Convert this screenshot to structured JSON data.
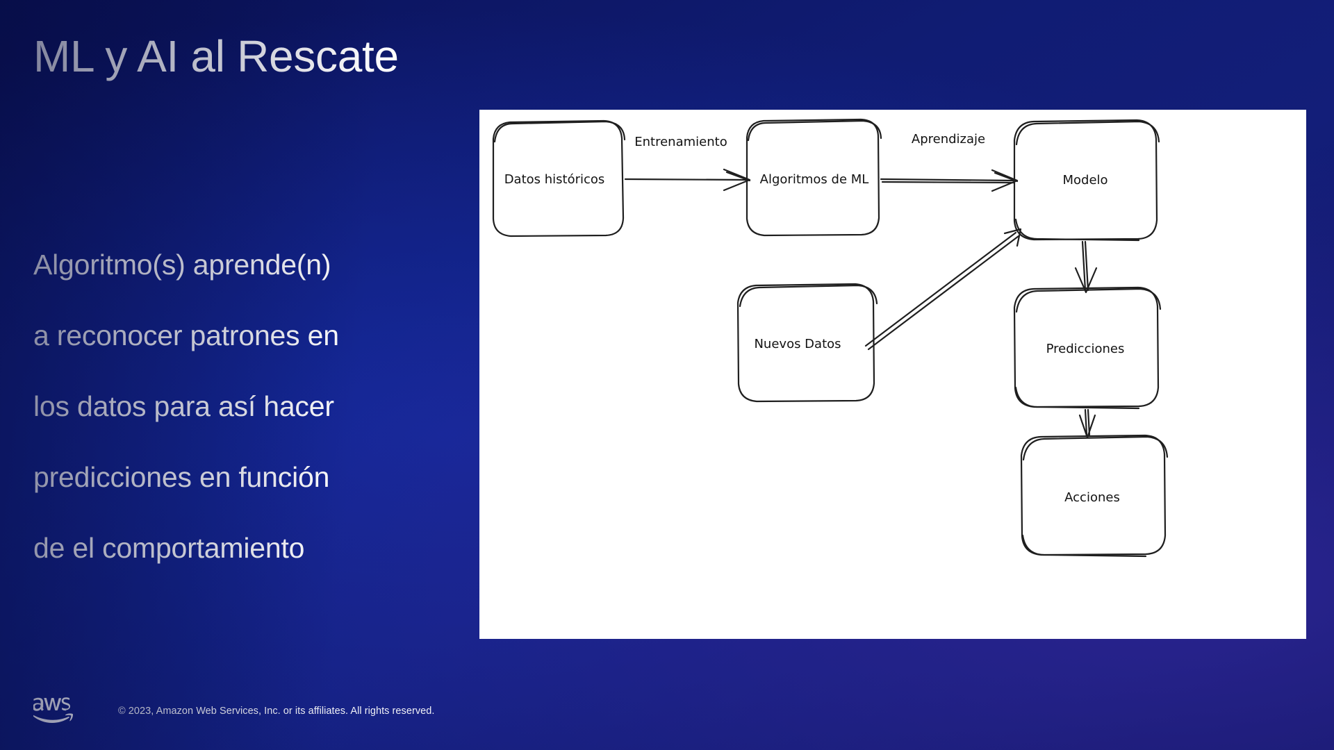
{
  "slide": {
    "title": "ML y AI al Rescate",
    "background_color": "#101c73",
    "text_color": "#ffffff"
  },
  "body": {
    "lines": [
      "Algoritmo(s) aprende(n)",
      "a reconocer patrones en",
      "los datos para así hacer",
      "predicciones en función",
      "de el comportamiento"
    ]
  },
  "diagram": {
    "background_color": "#ffffff",
    "stroke_color": "#1a1a1a",
    "nodes": [
      {
        "id": "datos-historicos",
        "label": "Datos históricos"
      },
      {
        "id": "algoritmos-de-ml",
        "label": "Algoritmos de ML"
      },
      {
        "id": "modelo",
        "label": "Modelo"
      },
      {
        "id": "nuevos-datos",
        "label": "Nuevos Datos"
      },
      {
        "id": "predicciones",
        "label": "Predicciones"
      },
      {
        "id": "acciones",
        "label": "Acciones"
      }
    ],
    "edge_labels": [
      {
        "id": "entrenamiento",
        "label": "Entrenamiento"
      },
      {
        "id": "aprendizaje",
        "label": "Aprendizaje"
      }
    ]
  },
  "footer": {
    "logo": "aws-logo",
    "copyright": "© 2023, Amazon Web Services, Inc. or its affiliates. All rights reserved."
  }
}
